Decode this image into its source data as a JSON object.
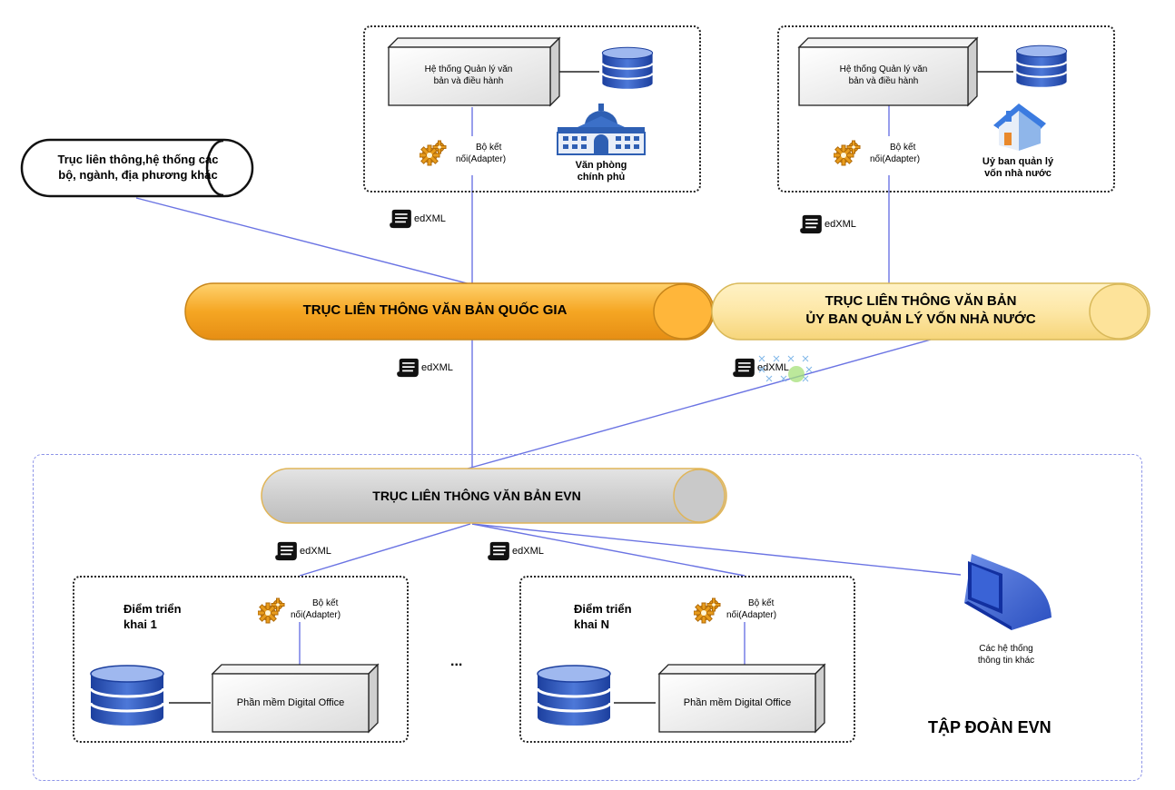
{
  "national_axis": {
    "label": "TRỤC LIÊN THÔNG VĂN BẢN QUỐC GIA",
    "color": "#f5a623"
  },
  "committee_axis": {
    "line1": "TRỤC LIÊN THÔNG VĂN BẢN",
    "line2": "ỦY BAN QUẢN LÝ VỐN NHÀ NƯỚC",
    "color": "#fde7a6"
  },
  "evn_axis": {
    "label": "TRỤC LIÊN THÔNG VĂN BẢN EVN",
    "color": "#cfcfcf"
  },
  "other_systems": {
    "line1": "Trục liên thông,hệ thống các",
    "line2": "bộ, ngành, địa phương khác"
  },
  "gov_office": {
    "system_line1": "Hệ thống Quản lý văn",
    "system_line2": "bản và điều hành",
    "adapter_line1": "Bộ kết",
    "adapter_line2": "nối(Adapter)",
    "org_line1": "Văn phòng",
    "org_line2": "chính phủ"
  },
  "committee": {
    "system_line1": "Hệ thống Quản lý văn",
    "system_line2": "bản và điều hành",
    "adapter_line1": "Bộ kết",
    "adapter_line2": "nối(Adapter)",
    "org_line1": "Uỷ ban quản lý",
    "org_line2": "vốn nhà nước"
  },
  "edxml_label": "edXML",
  "site1": {
    "title_line1": "Điểm triển",
    "title_line2": "khai 1",
    "adapter_line1": "Bộ kết",
    "adapter_line2": "nối(Adapter)",
    "software": "Phần mềm Digital Office"
  },
  "siteN": {
    "title_line1": "Điểm triển",
    "title_line2": "khai N",
    "adapter_line1": "Bộ kết",
    "adapter_line2": "nối(Adapter)",
    "software": "Phần mềm Digital Office"
  },
  "ellipsis": "...",
  "other_info": {
    "line1": "Các hệ thống",
    "line2": "thông tin khác"
  },
  "group_label": "TẬP ĐOÀN EVN"
}
